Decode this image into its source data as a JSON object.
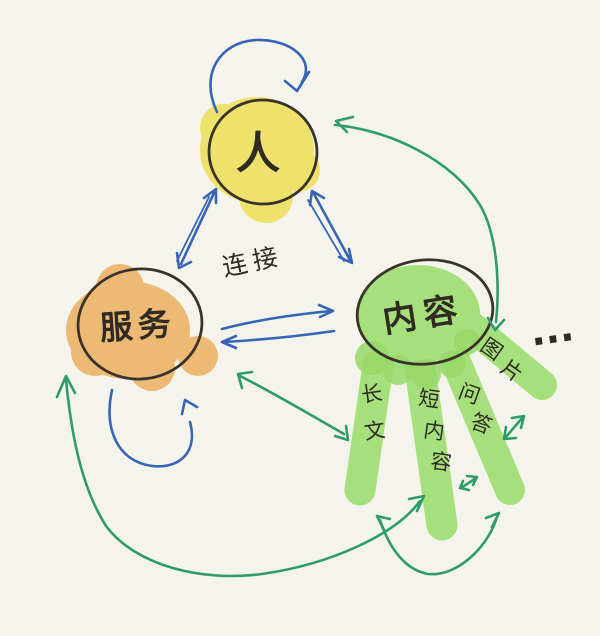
{
  "nodes": {
    "person": {
      "label": "人",
      "fill": "#efe26c"
    },
    "service": {
      "label": "服务",
      "fill": "#ecba74"
    },
    "content": {
      "label": "内容",
      "fill": "#a6e07c"
    }
  },
  "edge_label": {
    "text": "连接"
  },
  "content_types": [
    {
      "label": "长文",
      "chars": [
        "长",
        "文"
      ]
    },
    {
      "label": "短内容",
      "chars": [
        "短",
        "内",
        "容"
      ]
    },
    {
      "label": "问答",
      "chars": [
        "问",
        "答"
      ]
    },
    {
      "label": "图片",
      "chars": [
        "图",
        "片"
      ]
    },
    {
      "label": "...",
      "chars": [
        "..."
      ]
    }
  ],
  "colors": {
    "background": "#f4f4ec",
    "outline": "#3a332a",
    "blue_arrow": "#3565b4",
    "green_arrow": "#2f9c68",
    "person_fill": "#efe26c",
    "service_fill": "#ecba74",
    "content_fill": "#a6e07c",
    "text": "#2f2a22"
  }
}
